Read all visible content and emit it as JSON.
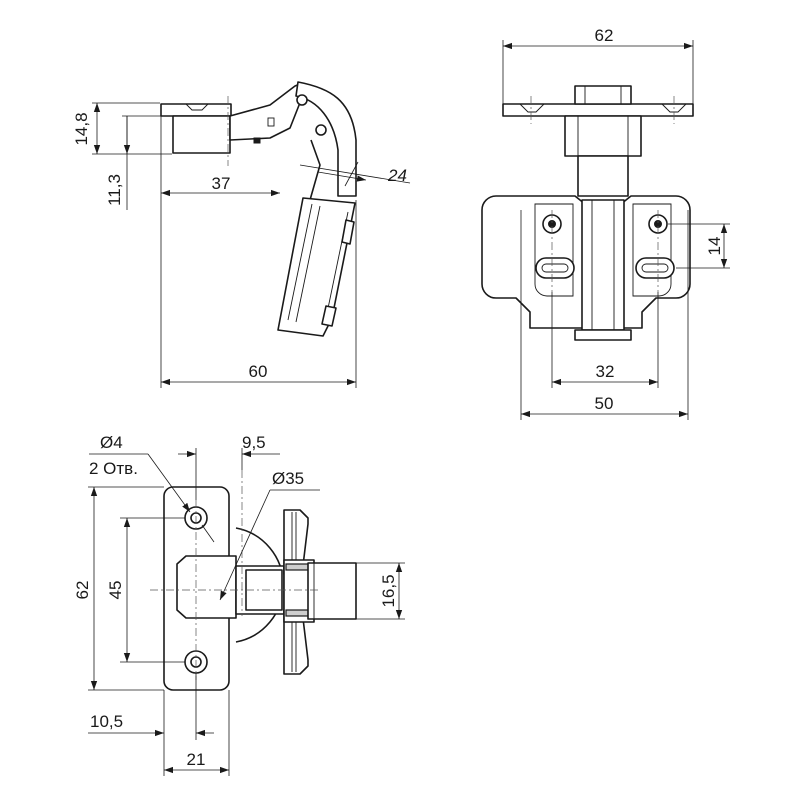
{
  "dimensions": {
    "side_view": {
      "height_total": "14,8",
      "height_lower": "11,3",
      "arm_depth": "37",
      "angle": "24",
      "total_length": "60"
    },
    "front_view": {
      "width_top": "62",
      "hole_spacing_v": "14",
      "hole_spacing_h": "32",
      "width_base": "50"
    },
    "top_view": {
      "hole_dia": "Ø4",
      "hole_count": "2 Отв.",
      "offset": "9,5",
      "cup_dia": "Ø35",
      "plate_length": "62",
      "hole_pitch": "45",
      "arm_width": "16,5",
      "edge_offset": "10,5",
      "plate_width": "21"
    }
  }
}
